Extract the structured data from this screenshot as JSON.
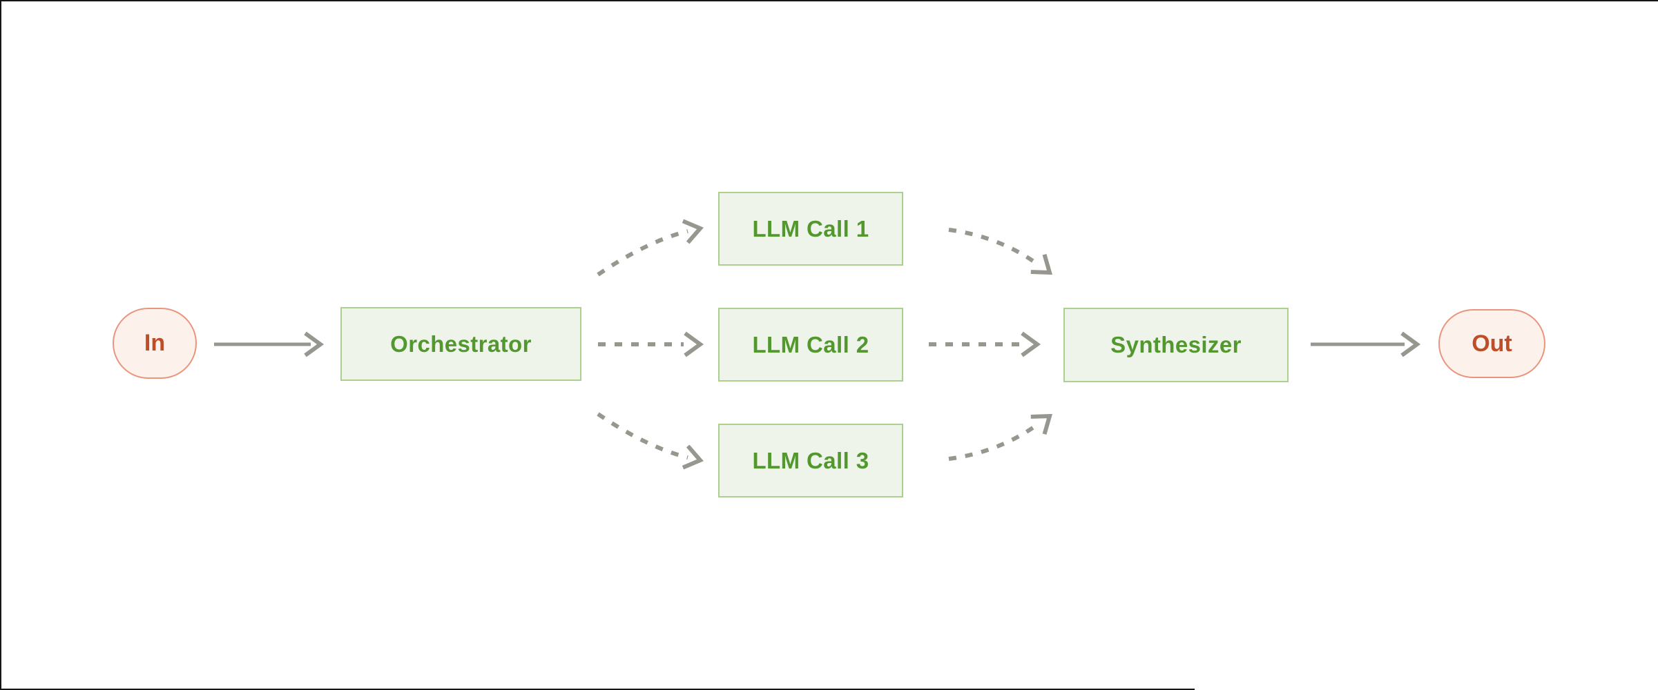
{
  "diagram": {
    "kind": "workflow-diagram",
    "nodes": {
      "in": {
        "label": "In",
        "shape": "pill",
        "color_role": "terminal"
      },
      "orchestrator": {
        "label": "Orchestrator",
        "shape": "box",
        "color_role": "process"
      },
      "llm_call_1": {
        "label": "LLM Call 1",
        "shape": "box",
        "color_role": "process"
      },
      "llm_call_2": {
        "label": "LLM Call 2",
        "shape": "box",
        "color_role": "process"
      },
      "llm_call_3": {
        "label": "LLM Call 3",
        "shape": "box",
        "color_role": "process"
      },
      "synthesizer": {
        "label": "Synthesizer",
        "shape": "box",
        "color_role": "process"
      },
      "out": {
        "label": "Out",
        "shape": "pill",
        "color_role": "terminal"
      }
    },
    "edges": [
      {
        "from": "in",
        "to": "orchestrator",
        "style": "solid"
      },
      {
        "from": "orchestrator",
        "to": "llm_call_1",
        "style": "dashed"
      },
      {
        "from": "orchestrator",
        "to": "llm_call_2",
        "style": "dashed"
      },
      {
        "from": "orchestrator",
        "to": "llm_call_3",
        "style": "dashed"
      },
      {
        "from": "llm_call_1",
        "to": "synthesizer",
        "style": "dashed"
      },
      {
        "from": "llm_call_2",
        "to": "synthesizer",
        "style": "dashed"
      },
      {
        "from": "llm_call_3",
        "to": "synthesizer",
        "style": "dashed"
      },
      {
        "from": "synthesizer",
        "to": "out",
        "style": "solid"
      }
    ],
    "colors": {
      "background": "#ffffff",
      "process_fill": "#eef4e9",
      "process_border": "#abcf8c",
      "process_text": "#53982e",
      "terminal_fill": "#fdf1ec",
      "terminal_border": "#e9957c",
      "terminal_text": "#bd4e28",
      "arrow_gray": "#97978f",
      "frame_line": "#161616"
    }
  }
}
